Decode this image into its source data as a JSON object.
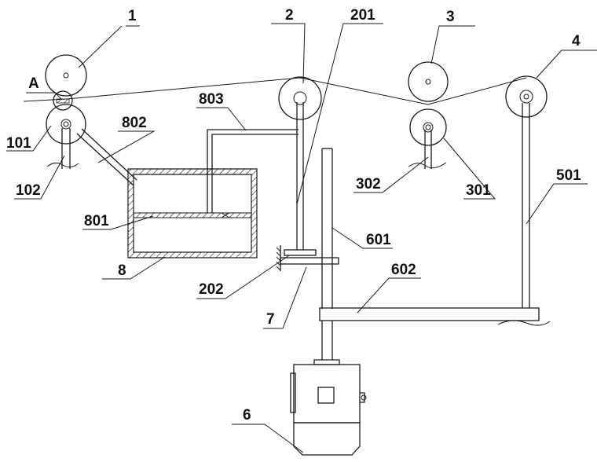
{
  "labels": {
    "l1": "1",
    "lA": "A",
    "l101": "101",
    "l102": "102",
    "l802": "802",
    "l803": "803",
    "l801": "801",
    "l8": "8",
    "l2": "2",
    "l201": "201",
    "l202": "202",
    "l7": "7",
    "l3": "3",
    "l302": "302",
    "l301": "301",
    "l4": "4",
    "l501": "501",
    "l601": "601",
    "l602": "602",
    "l6": "6"
  }
}
